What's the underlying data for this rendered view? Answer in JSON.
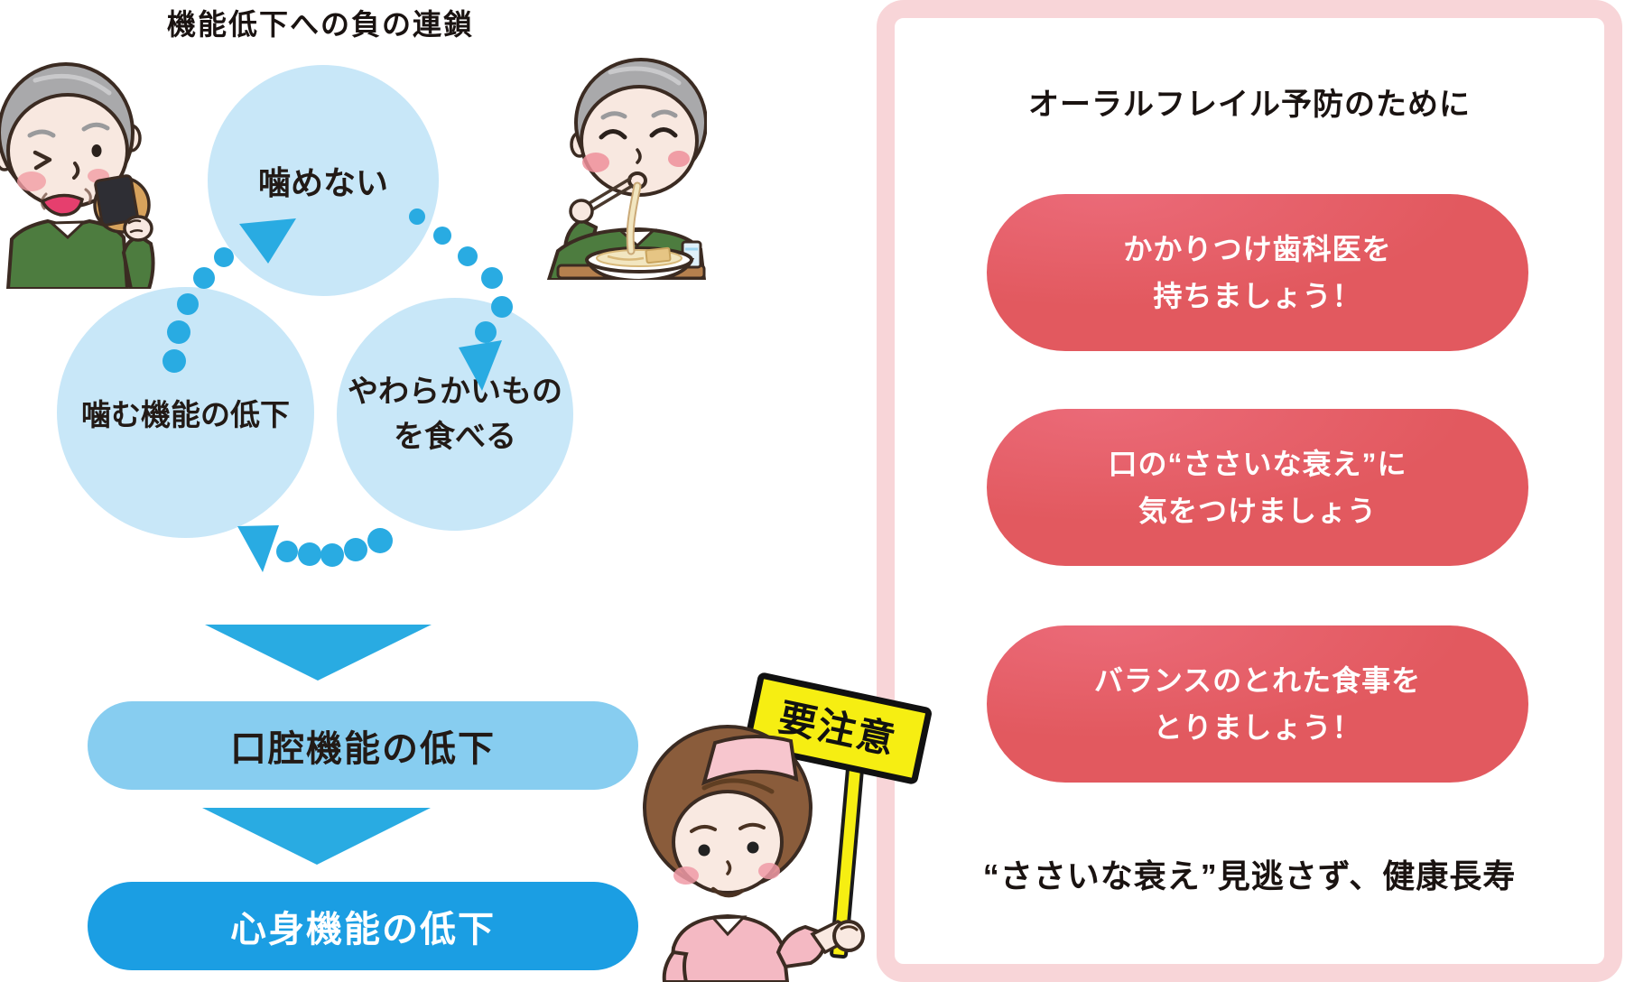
{
  "colors": {
    "light_blue": "#c8e7f8",
    "bright_blue": "#29abe2",
    "box_light_blue": "#87cdf0",
    "box_deep_blue": "#1b9ee3",
    "pill_red": "#e2595f",
    "panel_border_pink": "#f8d5d8",
    "sign_yellow": "#f6ee12",
    "text_dark": "#1a1311"
  },
  "left_diagram": {
    "title": "機能低下への負の連鎖",
    "node_top": "噛めない",
    "node_left": "噛む機能の低下",
    "node_right_line1": "やわらかいもの",
    "node_right_line2": "を食べる",
    "box_oral": "口腔機能の低下",
    "box_body": "心身機能の低下"
  },
  "caution_sign": {
    "label": "要注意"
  },
  "prevention_panel": {
    "title": "オーラルフレイル予防のために",
    "tips": [
      {
        "line1": "かかりつけ歯科医を",
        "line2": "持ちましょう！"
      },
      {
        "line1": "口の“ささいな衰え”に",
        "line2": "気をつけましょう"
      },
      {
        "line1": "バランスのとれた食事を",
        "line2": "とりましょう！"
      }
    ],
    "footer": "“ささいな衰え”見逃さず、健康長寿"
  },
  "illustrations": [
    "old-man-cant-chew",
    "old-man-eating-soft-food",
    "nurse-with-caution-sign"
  ]
}
